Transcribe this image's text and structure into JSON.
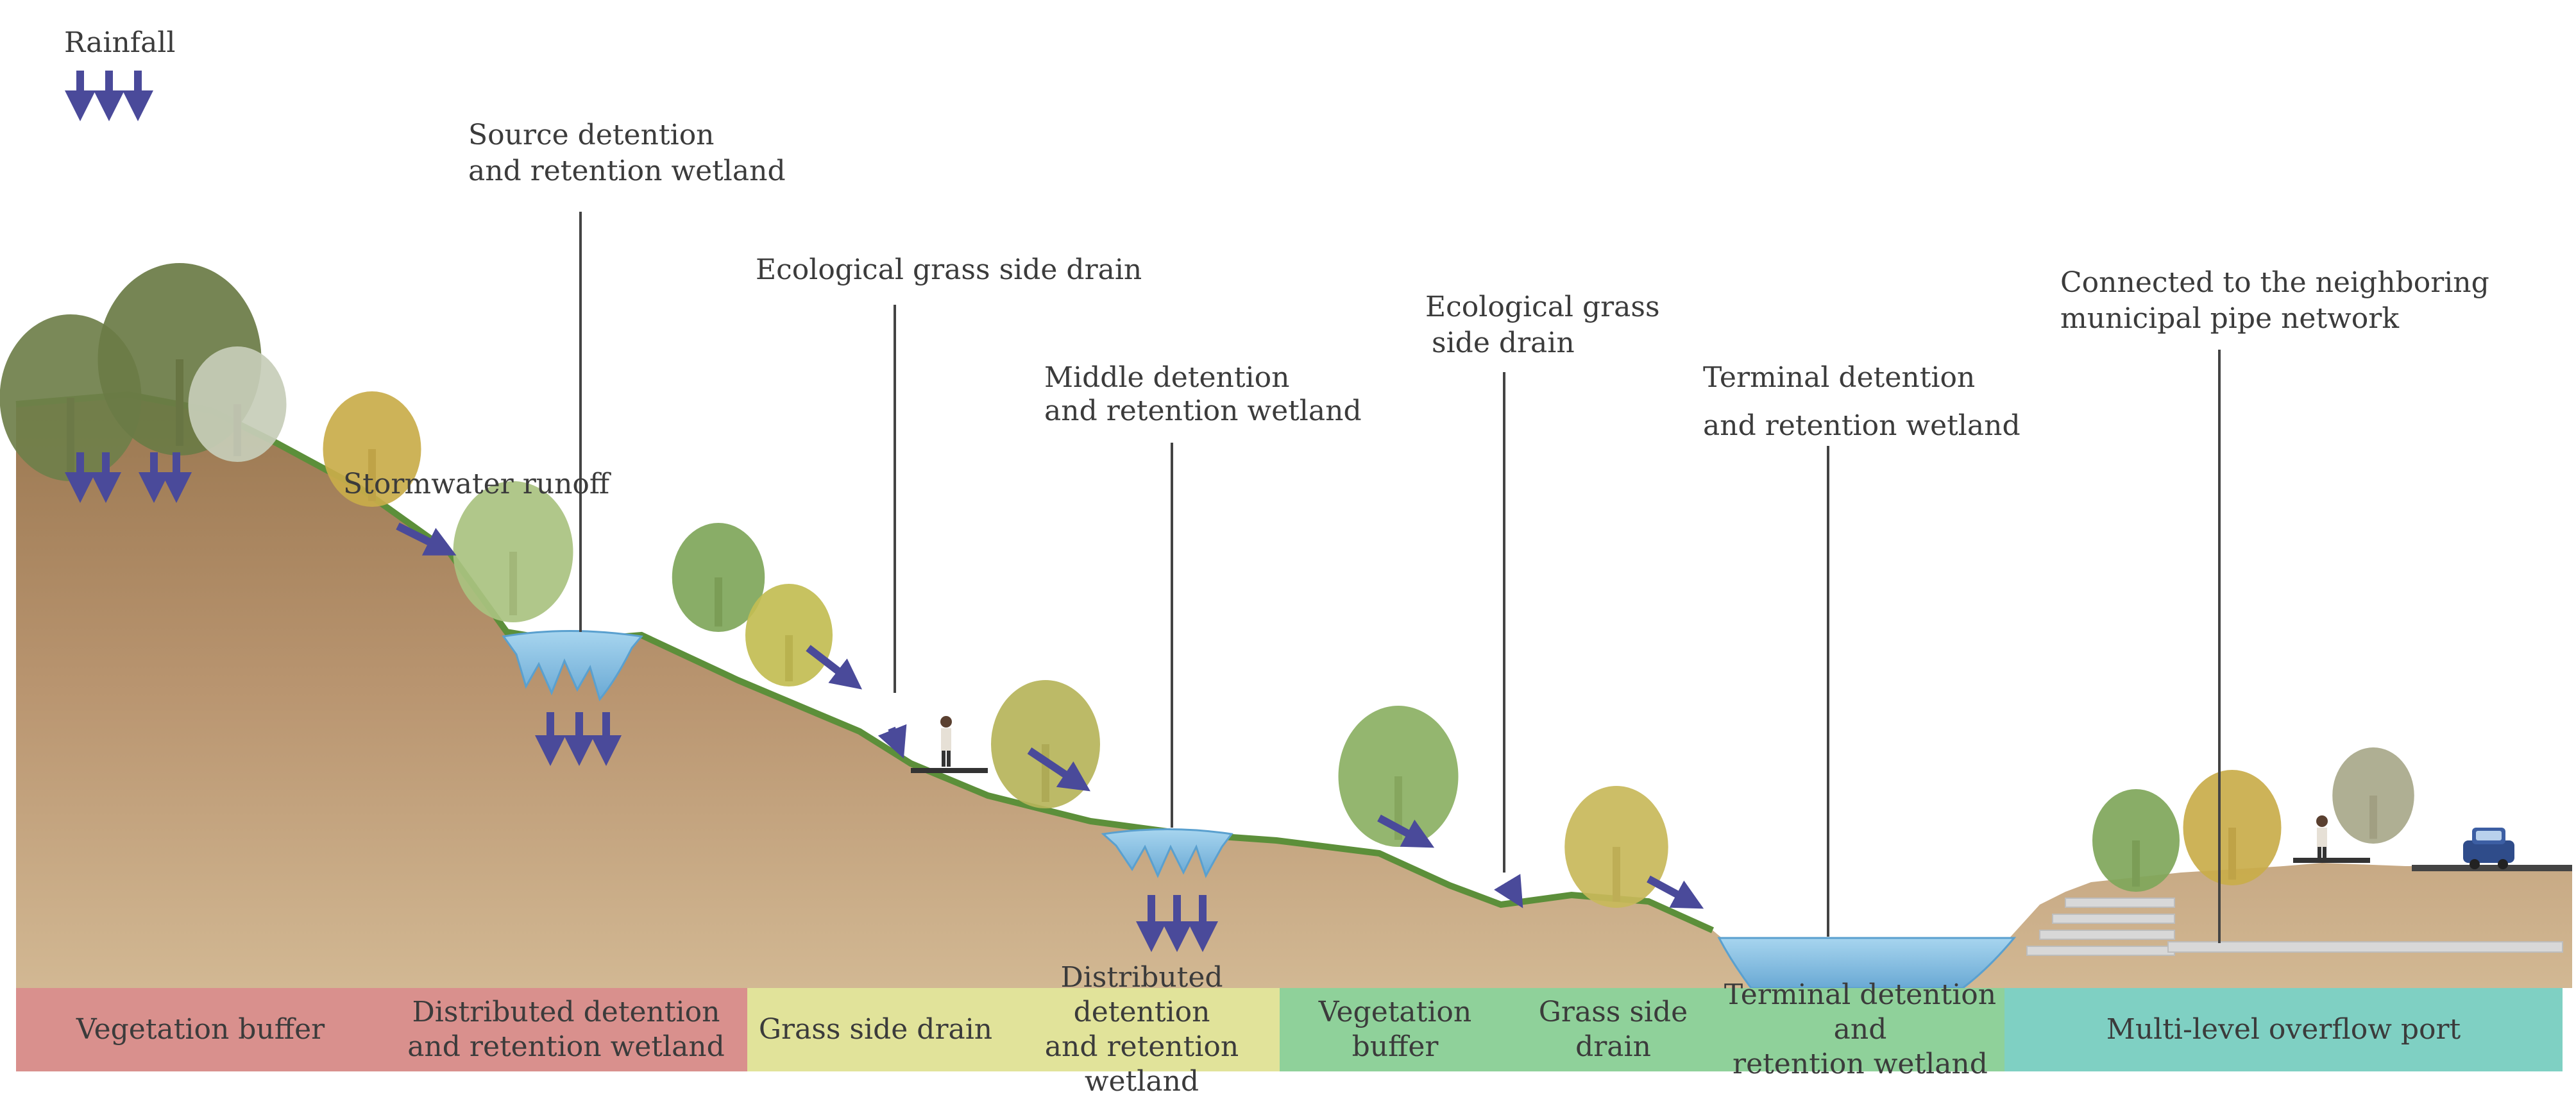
{
  "labels": {
    "rainfall": "Rainfall",
    "source_wetland_l1": "Source detention",
    "source_wetland_l2": "and retention wetland",
    "stormwater_runoff": "Stormwater runoff",
    "grass_drain_1": "Ecological grass side drain",
    "middle_wetland_l1": "Middle detention",
    "middle_wetland_l2": "and retention wetland",
    "grass_drain_2_l1": "Ecological grass",
    "grass_drain_2_l2": "side drain",
    "terminal_wetland_l1": "Terminal detention",
    "terminal_wetland_l2": "and retention wetland",
    "municipal_l1": "Connected to the neighboring",
    "municipal_l2": "municipal pipe network"
  },
  "zones": [
    {
      "label_l1": "Vegetation buffer",
      "label_l2": "",
      "color": "#d9908d"
    },
    {
      "label_l1": "Distributed detention",
      "label_l2": "and retention wetland",
      "color": "#d9908d"
    },
    {
      "label_l1": "Grass side drain",
      "label_l2": "",
      "color": "#e1e39a"
    },
    {
      "label_l1": "Distributed detention",
      "label_l2": "and retention wetland",
      "color": "#e1e39a"
    },
    {
      "label_l1": "Vegetation buffer",
      "label_l2": "",
      "color": "#8fd19a"
    },
    {
      "label_l1": "Grass side drain",
      "label_l2": "",
      "color": "#8fd19a"
    },
    {
      "label_l1": "Terminal detention and",
      "label_l2": "retention wetland",
      "color": "#8fd19a"
    },
    {
      "label_l1": "Multi-level overflow port",
      "label_l2": "",
      "color": "#7fd0c3"
    }
  ],
  "colors": {
    "soil": "#b08a60",
    "soil_dark": "#8f6d47",
    "grass": "#5c8f3a",
    "water": "#8fc7e6",
    "arrow": "#4a4a9a",
    "leader": "#444444"
  },
  "icons": [
    "rain-arrow-icon",
    "infiltration-arrow-icon",
    "runoff-arrow-icon",
    "tree-icon",
    "person-icon",
    "car-icon"
  ]
}
